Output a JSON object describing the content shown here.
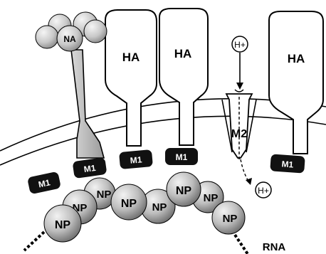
{
  "labels": {
    "na": "NA",
    "ha": "HA",
    "m2": "M2",
    "m1": "M1",
    "np": "NP",
    "rna": "RNA",
    "proton": "H+"
  },
  "colors": {
    "background": "#ffffff",
    "outline": "#000000",
    "m1_fill": "#111111",
    "np_fill": "#bdbdbd",
    "na_fill": "#c8c8c8",
    "na_stalk": "#a8a8a8"
  }
}
